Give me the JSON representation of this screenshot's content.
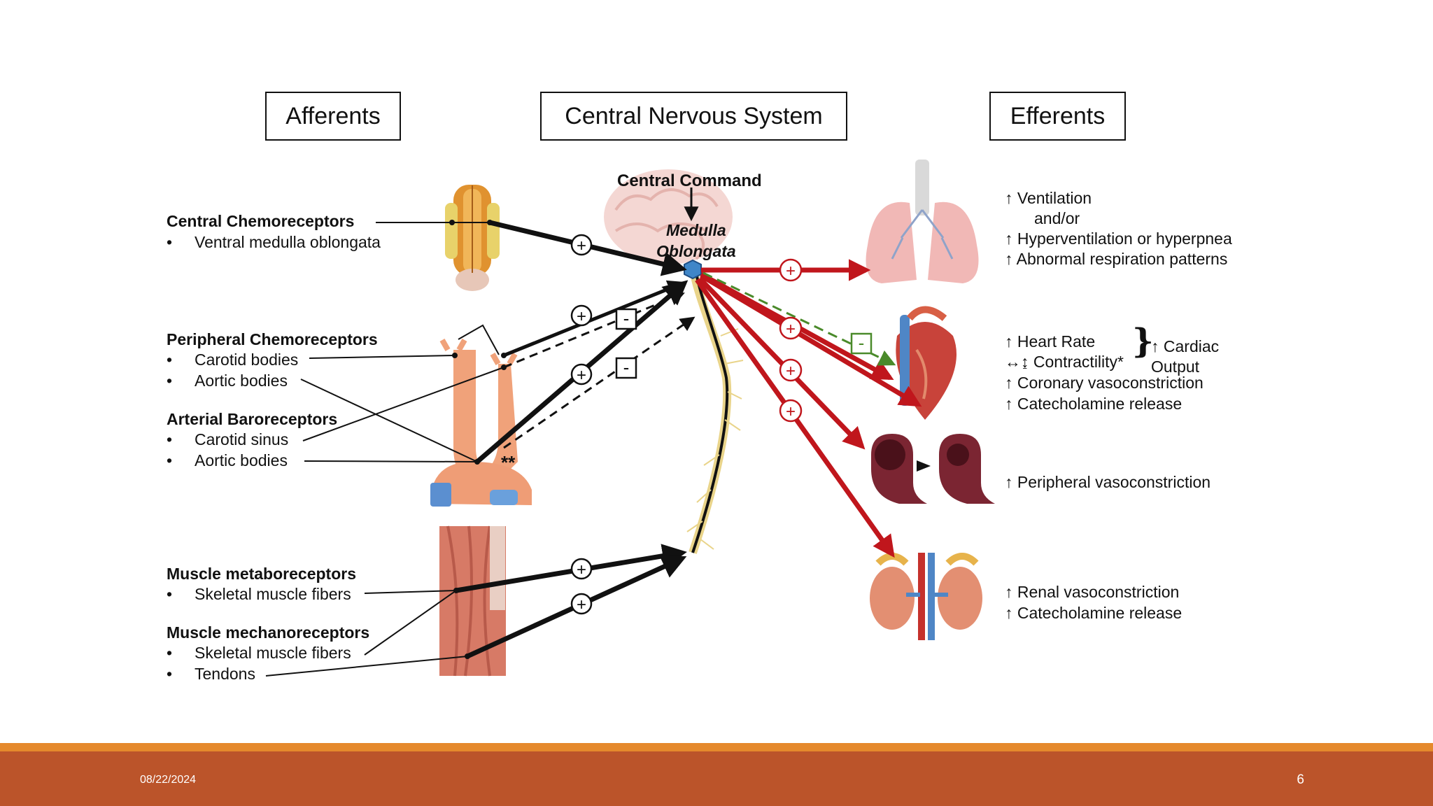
{
  "headers": {
    "afferents": "Afferents",
    "cns": "Central Nervous System",
    "efferents": "Efferents"
  },
  "afferents": {
    "central_chemo": {
      "title": "Central Chemoreceptors",
      "items": [
        "Ventral medulla oblongata"
      ]
    },
    "peripheral_chemo": {
      "title": "Peripheral Chemoreceptors",
      "items": [
        "Carotid bodies",
        "Aortic bodies"
      ]
    },
    "baro": {
      "title": "Arterial Baroreceptors",
      "items": [
        "Carotid sinus",
        "Aortic bodies"
      ]
    },
    "metabo": {
      "title": "Muscle metaboreceptors",
      "items": [
        "Skeletal muscle fibers"
      ]
    },
    "mechano": {
      "title": "Muscle mechanoreceptors",
      "items": [
        "Skeletal muscle fibers",
        "Tendons"
      ]
    },
    "double_star": "**"
  },
  "cns": {
    "central_command": "Central Command",
    "medulla_line1": "Medulla",
    "medulla_line2": "Oblongata"
  },
  "signs": {
    "plus": "+",
    "minus": "-"
  },
  "efferents": {
    "lungs": [
      "↑ Ventilation",
      "and/or",
      "↑ Hyperventilation or hyperpnea",
      "↑ Abnormal respiration patterns"
    ],
    "heart": [
      "↑ Heart Rate",
      "↔↨ Contractility*",
      "↑ Coronary vasoconstriction",
      "↑ Catecholamine release"
    ],
    "cardiac_output": [
      "↑ Cardiac",
      "Output"
    ],
    "brace": "}",
    "vessels": [
      "↑ Peripheral vasoconstriction"
    ],
    "kidneys": [
      "↑ Renal vasoconstriction",
      "↑ Catecholamine release"
    ]
  },
  "colors": {
    "efferent_red": "#c0161c",
    "inhibitory_green": "#4a8a2a",
    "footer_orange": "#bb542a",
    "footer_stripe": "#e5892c",
    "medulla_blue": "#3f86c8"
  },
  "footer": {
    "date": "08/22/2024",
    "page": "6"
  }
}
